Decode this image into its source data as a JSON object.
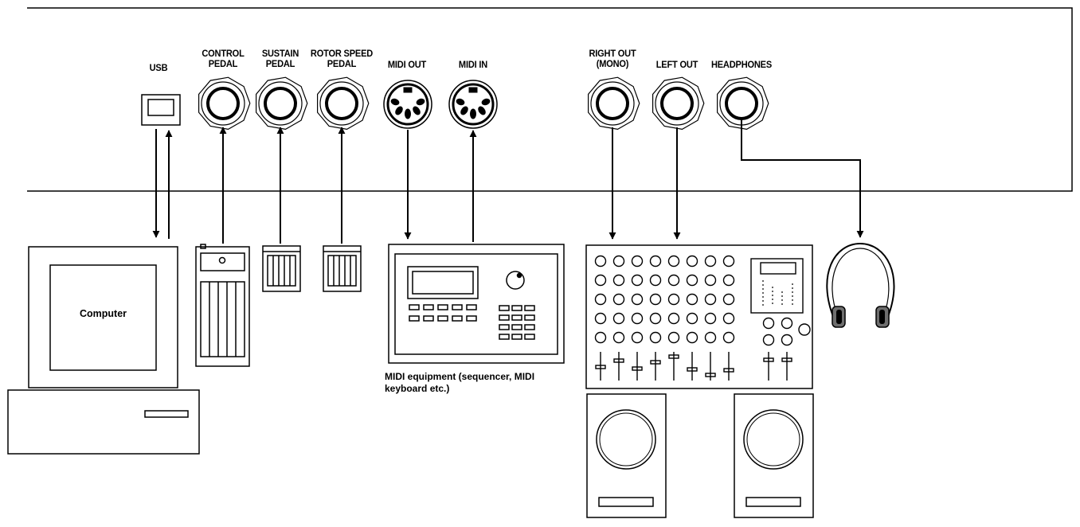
{
  "ports": {
    "usb": "USB",
    "control_pedal_1": "CONTROL",
    "control_pedal_2": "PEDAL",
    "sustain_pedal_1": "SUSTAIN",
    "sustain_pedal_2": "PEDAL",
    "rotor_speed_pedal_1": "ROTOR SPEED",
    "rotor_speed_pedal_2": "PEDAL",
    "midi_out": "MIDI OUT",
    "midi_in": "MIDI IN",
    "right_out_1": "RIGHT OUT",
    "right_out_2": "(MONO)",
    "left_out": "LEFT OUT",
    "headphones": "HEADPHONES"
  },
  "devices": {
    "computer": "Computer",
    "midi_equipment_1": "MIDI equipment (sequencer, MIDI",
    "midi_equipment_2": "keyboard etc.)"
  },
  "icons": {
    "panel": "instrument-rear-panel",
    "jack": "quarter-inch-jack-icon",
    "midi": "midi-din-socket-icon",
    "usb": "usb-b-socket-icon",
    "pedal": "pedal-icon",
    "computer": "computer-icon",
    "sequencer": "midi-sequencer-icon",
    "mixer": "mixer-icon",
    "speaker": "speaker-icon",
    "headphones": "headphones-icon"
  }
}
